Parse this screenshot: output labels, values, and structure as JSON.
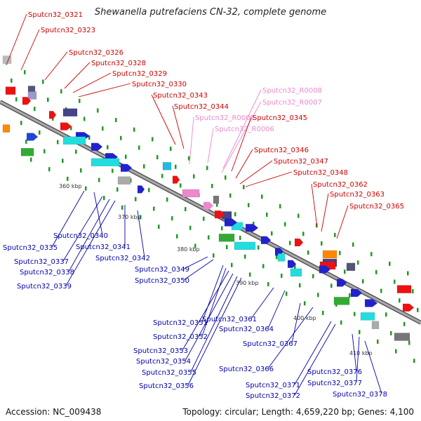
{
  "title": "Shewanella putrefaciens CN-32, complete genome",
  "footer": {
    "accession": "Accession: NC_009438",
    "summary": "Topology: circular; Length: 4,659,220 bp; Genes: 4,100"
  },
  "kbp_labels": [
    "360 kbp",
    "370 kbp",
    "380 kbp",
    "390 kbp",
    "400 kbp",
    "410 kbp"
  ],
  "colors": {
    "forward_label": "#cc0000",
    "reverse_label": "#0000aa",
    "rna_label": "#ee88cc",
    "backbone": "#888888"
  },
  "forward_labels": [
    "Sputcn32_0321",
    "Sputcn32_0323",
    "Sputcn32_0326",
    "Sputcn32_0328",
    "Sputcn32_0329",
    "Sputcn32_0330",
    "Sputcn32_0343",
    "Sputcn32_0344",
    "Sputcn32_R0005",
    "Sputcn32_R0006",
    "Sputcn32_R0008",
    "Sputcn32_R0007",
    "Sputcn32_0345",
    "Sputcn32_0346",
    "Sputcn32_0347",
    "Sputcn32_0348",
    "Sputcn32_0362",
    "Sputcn32_0363",
    "Sputcn32_0365"
  ],
  "reverse_labels": [
    "Sputcn32_0335",
    "Sputcn32_0337",
    "Sputcn32_0338",
    "Sputcn32_0339",
    "Sputcn32_0340",
    "Sputcn32_0341",
    "Sputcn32_0342",
    "Sputcn32_0349",
    "Sputcn32_0350",
    "Sputcn32_0351",
    "Sputcn32_0352",
    "Sputcn32_0353",
    "Sputcn32_0354",
    "Sputcn32_0355",
    "Sputcn32_0356",
    "Sputcn32_0361",
    "Sputcn32_0364",
    "Sputcn32_0367",
    "Sputcn32_0366",
    "Sputcn32_0371",
    "Sputcn32_0372",
    "Sputcn32_0376",
    "Sputcn32_0377",
    "Sputcn32_0378"
  ]
}
